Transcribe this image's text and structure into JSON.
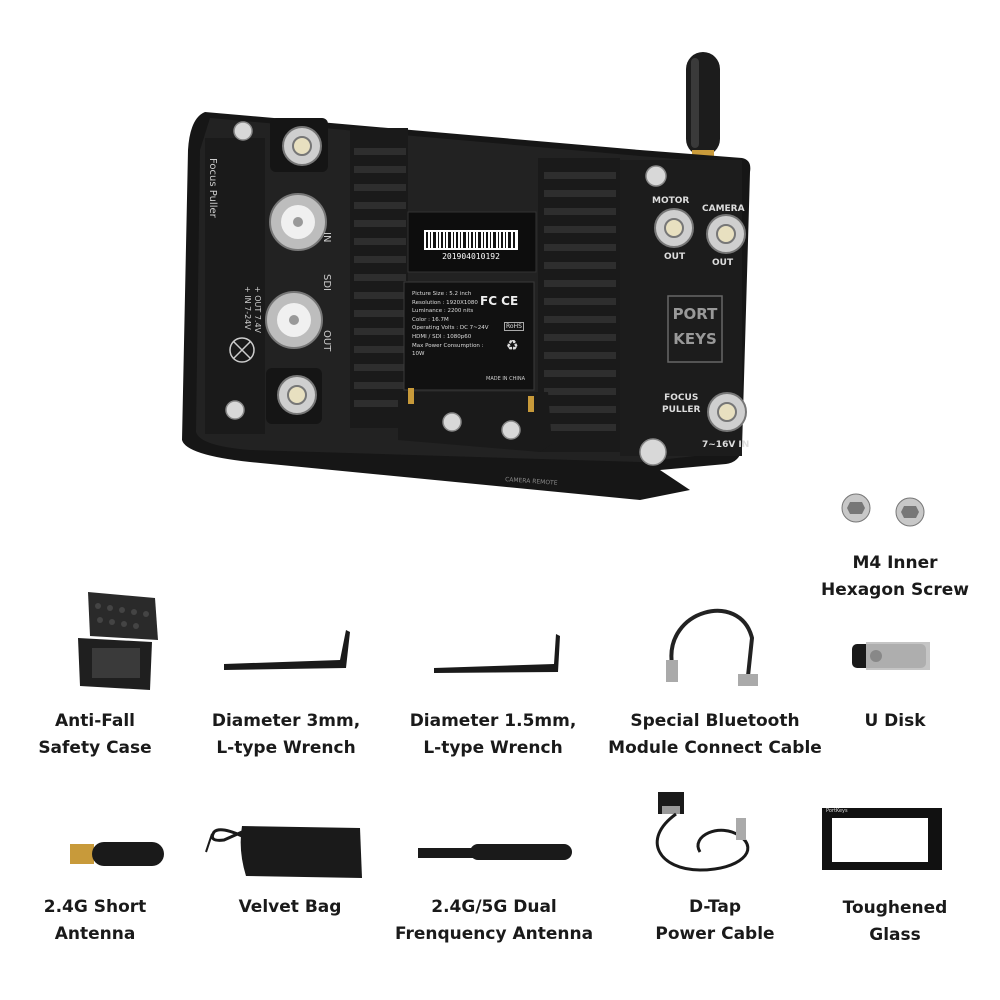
{
  "monitor": {
    "barcode_number": "201904010192",
    "side_label": "Focus Puller",
    "side_power_text": "+ OUT 7.4V\n+ IN 7-24V",
    "sdi_in": "IN",
    "sdi_mid": "SDI",
    "sdi_out": "OUT",
    "spec_lines": [
      "Picture Size : 5.2 inch",
      "Resolution : 1920X1080",
      "Luminance : 2200 nits",
      "Color : 16.7M",
      "Operating Volts : DC 7~24V",
      "HDMI / SDI : 1080p60",
      "Max Power Consumption : 10W"
    ],
    "fc_mark": "FC CE",
    "rohs_mark": "RoHS",
    "made_in": "MADE IN CHINA",
    "motor_label": "MOTOR",
    "motor_out": "OUT",
    "camera_label": "CAMERA",
    "camera_out": "OUT",
    "brand_line1": "PORT",
    "brand_line2": "KEYS",
    "focus_line1": "FOCUS",
    "focus_line2": "PULLER",
    "voltage_in": "7~16V IN",
    "bottom_text": "CAMERA REMOTE"
  },
  "accessories": [
    {
      "id": "screw",
      "line1": "M4 Inner",
      "line2": "Hexagon Screw"
    },
    {
      "id": "case",
      "line1": "Anti-Fall",
      "line2": "Safety Case"
    },
    {
      "id": "wrench3",
      "line1": "Diameter 3mm,",
      "line2": "L-type Wrench"
    },
    {
      "id": "wrench15",
      "line1": "Diameter 1.5mm,",
      "line2": "L-type Wrench"
    },
    {
      "id": "bt-cable",
      "line1": "Special Bluetooth",
      "line2": "Module Connect Cable"
    },
    {
      "id": "udisk",
      "line1": "U Disk",
      "line2": ""
    },
    {
      "id": "short-antenna",
      "line1": "2.4G Short",
      "line2": "Antenna"
    },
    {
      "id": "velvet-bag",
      "line1": "Velvet Bag",
      "line2": ""
    },
    {
      "id": "dual-antenna",
      "line1": "2.4G/5G Dual",
      "line2": "Frenquency Antenna"
    },
    {
      "id": "dtap",
      "line1": "D-Tap",
      "line2": "Power Cable"
    },
    {
      "id": "glass",
      "line1": "Toughened",
      "line2": "Glass"
    }
  ],
  "glass_logo": "PortKeys"
}
